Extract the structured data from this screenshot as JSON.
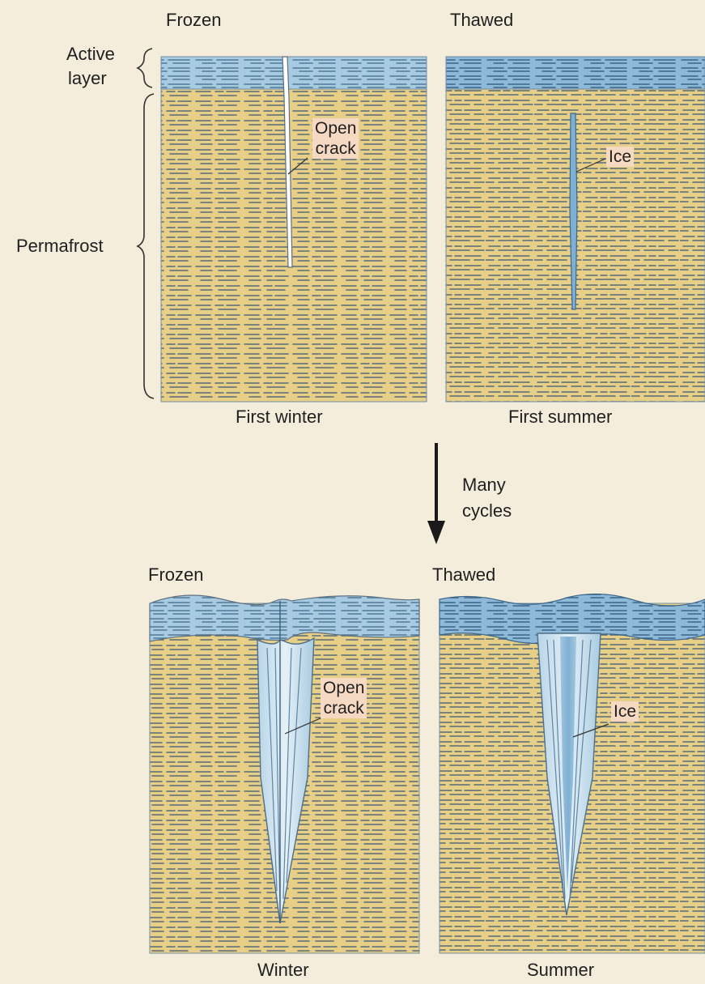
{
  "top": {
    "left_header": "Frozen",
    "right_header": "Thawed",
    "left_caption": "First winter",
    "right_caption": "First summer",
    "side_labels": {
      "active_layer_line1": "Active",
      "active_layer_line2": "layer",
      "permafrost": "Permafrost"
    },
    "left_callout": [
      "Open",
      "crack"
    ],
    "right_callout": "Ice"
  },
  "arrow": {
    "label_line1": "Many",
    "label_line2": "cycles"
  },
  "bottom": {
    "left_header": "Frozen",
    "right_header": "Thawed",
    "left_caption": "Winter",
    "right_caption": "Summer",
    "left_callout": [
      "Open",
      "crack"
    ],
    "right_callout": "Ice"
  },
  "colors": {
    "background": "#f4eddb",
    "soil": "#e7cf86",
    "soil_stripe": "#5d7080",
    "active_layer": "#a9cbe0",
    "ice": "#9cc3dd",
    "callout": "#f6d9c2"
  }
}
